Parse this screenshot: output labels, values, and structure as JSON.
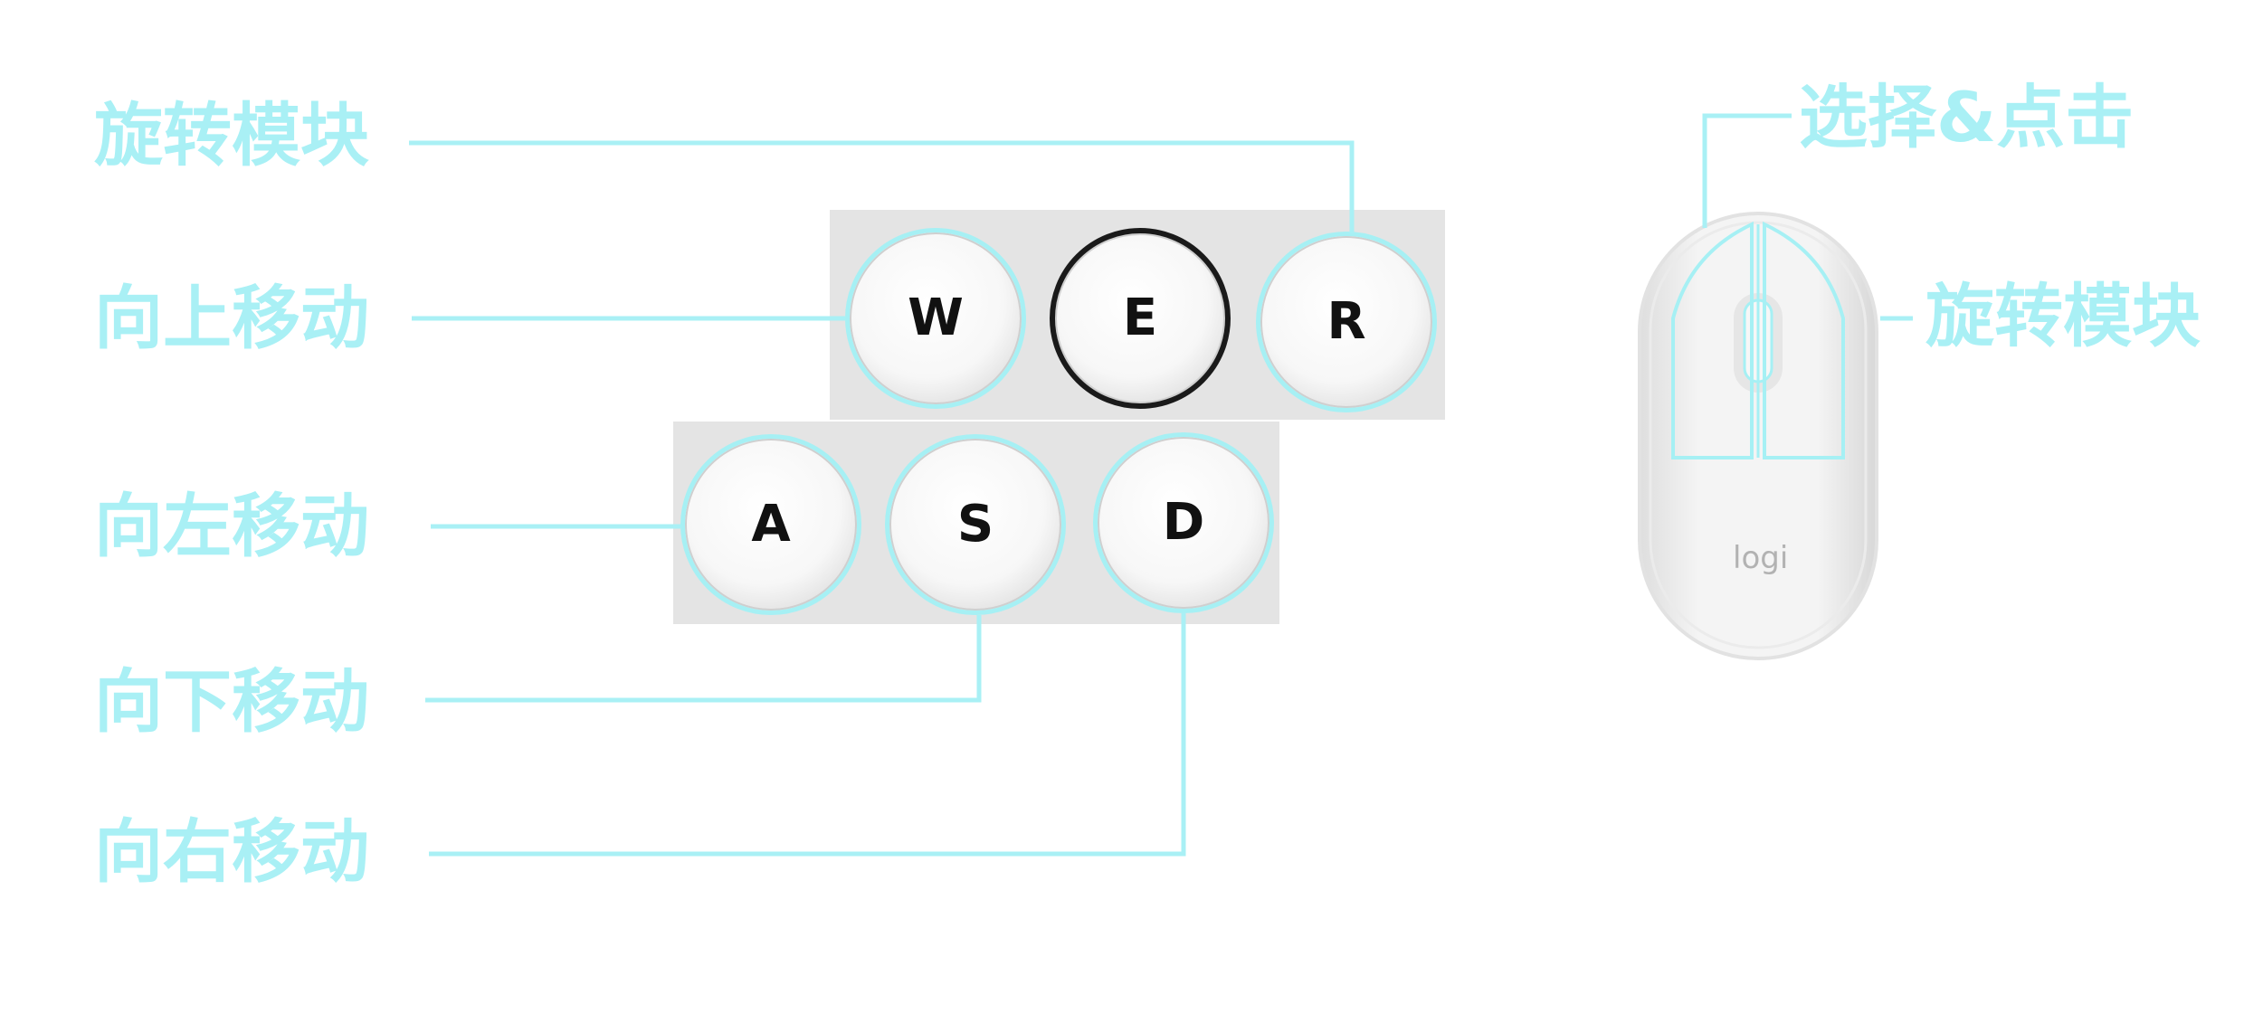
{
  "labels": {
    "rotate_left": "旋转模块",
    "move_up": "向上移动",
    "move_left": "向左移动",
    "move_down": "向下移动",
    "move_right": "向右移动",
    "select_click": "选择&点击",
    "rotate_right": "旋转模块"
  },
  "keys": {
    "w": "W",
    "e": "E",
    "r": "R",
    "a": "A",
    "s": "S",
    "d": "D"
  },
  "mouse": {
    "logo": "logi"
  },
  "colors": {
    "accent": "#a9f0f5",
    "key_highlight": "#a6f0f4",
    "panel": "#e4e4e4",
    "key_text": "#111111"
  }
}
